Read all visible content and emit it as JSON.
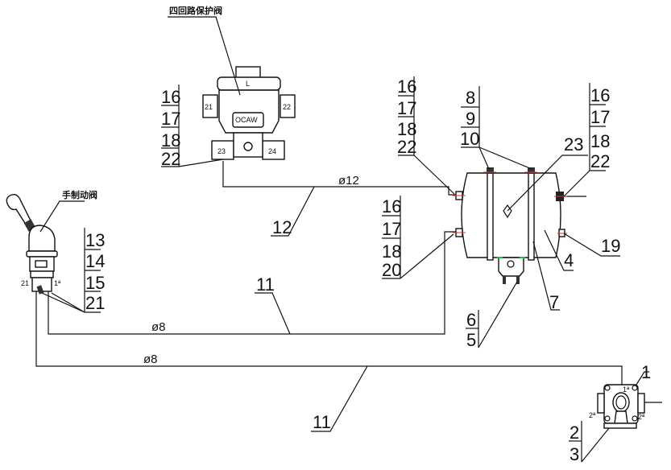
{
  "components": {
    "four_circuit_valve": {
      "label": "四回路保护阀",
      "ports": [
        "21",
        "22",
        "23",
        "24"
      ],
      "cap": "L",
      "brand": "OCAW"
    },
    "hand_brake_valve": {
      "label": "手制动阀",
      "port_left": "21",
      "port_right": "1ª"
    },
    "relay_valve": {
      "port_top": "1ª",
      "port_left": "2ª",
      "port_right": "2ª"
    }
  },
  "callouts": {
    "fcv_stack": [
      "16",
      "17",
      "18",
      "22"
    ],
    "tank_left_top_stack": [
      "16",
      "17",
      "18",
      "22"
    ],
    "tank_left_bottom_stack": [
      "16",
      "17",
      "18",
      "20"
    ],
    "tank_band_stack": [
      "8",
      "9",
      "10"
    ],
    "tank_right_stack": [
      "16",
      "17",
      "18",
      "22"
    ],
    "hbv_stack": [
      "13",
      "14",
      "15",
      "21"
    ],
    "bracket_stack": [
      "6",
      "5"
    ],
    "relay_stack": [
      "2",
      "3"
    ],
    "item_23": "23",
    "item_19": "19",
    "item_4": "4",
    "item_7": "7",
    "item_1": "1",
    "pipe_12": "12",
    "pipe_11a": "11",
    "pipe_11b": "11"
  },
  "pipes": {
    "dia_12": "ø12",
    "dia_8a": "ø8",
    "dia_8b": "ø8"
  },
  "colors": {
    "line": "#111111",
    "marker_red": "#e03030",
    "marker_green": "#20c040"
  }
}
